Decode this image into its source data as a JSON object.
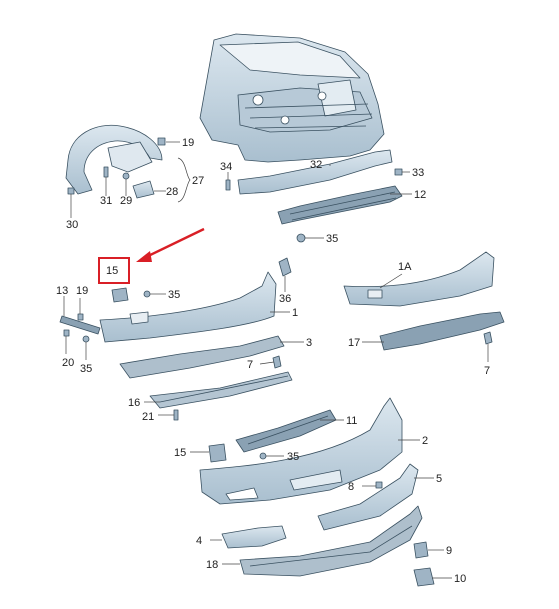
{
  "diagram": {
    "accent_color": "#d91f26",
    "part_fill": "#c9d8e4",
    "part_fill_dark": "#9fb4c5",
    "highlight_box_label": "15",
    "callouts": {
      "c19": "19",
      "c27": "27",
      "c28": "28",
      "c29": "29",
      "c31": "31",
      "c30": "30",
      "c34": "34",
      "c32": "32",
      "c33": "33",
      "c12": "12",
      "c35a": "35",
      "c15a": "15",
      "c35b": "35",
      "c36": "36",
      "c1A": "1A",
      "c13": "13",
      "c19b": "19",
      "c1": "1",
      "c3": "3",
      "c17": "17",
      "c20": "20",
      "c35c": "35",
      "c7a": "7",
      "c7b": "7",
      "c16": "16",
      "c21": "21",
      "c11": "11",
      "c15b": "15",
      "c35d": "35",
      "c2": "2",
      "c8": "8",
      "c5": "5",
      "c4": "4",
      "c9": "9",
      "c18": "18",
      "c10": "10"
    }
  }
}
